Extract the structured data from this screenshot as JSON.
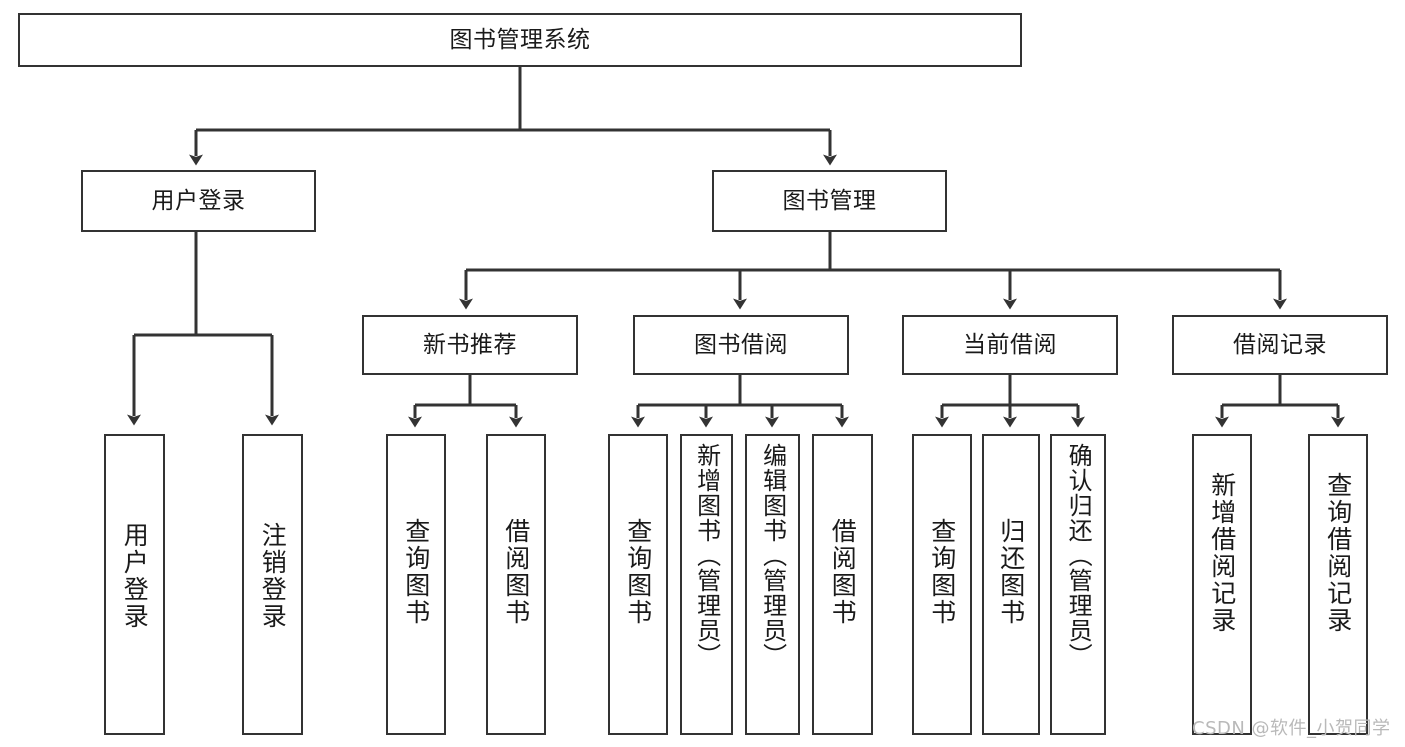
{
  "diagram": {
    "type": "tree-hierarchy",
    "title": "图书管理系统",
    "watermark": "CSDN @软件_小贺同学",
    "colors": {
      "box_border": "#333333",
      "box_fill": "#ffffff",
      "connector": "#333333",
      "text": "#1a1a1a",
      "watermark": "#b9b9b9",
      "background": "#ffffff"
    },
    "levels": {
      "level1": [
        {
          "id": "root",
          "label": "图书管理系统"
        }
      ],
      "level2": [
        {
          "id": "user-login",
          "label": "用户登录"
        },
        {
          "id": "book-management",
          "label": "图书管理"
        }
      ],
      "level3": [
        {
          "id": "new-book-recommend",
          "label": "新书推荐"
        },
        {
          "id": "book-borrow",
          "label": "图书借阅"
        },
        {
          "id": "current-borrow",
          "label": "当前借阅"
        },
        {
          "id": "borrow-record",
          "label": "借阅记录"
        }
      ],
      "level4": [
        {
          "id": "leaf-user-login",
          "label": "用户登录",
          "parent": "用户登录"
        },
        {
          "id": "leaf-user-logout",
          "label": "注销登录",
          "parent": "用户登录"
        },
        {
          "id": "leaf-query-book-1",
          "label": "查询图书",
          "parent": "新书推荐"
        },
        {
          "id": "leaf-borrow-book-1",
          "label": "借阅图书",
          "parent": "新书推荐"
        },
        {
          "id": "leaf-query-book-2",
          "label": "查询图书",
          "parent": "图书借阅"
        },
        {
          "id": "leaf-add-book",
          "label": "新增图书（管理员）",
          "parent": "图书借阅"
        },
        {
          "id": "leaf-edit-book",
          "label": "编辑图书（管理员）",
          "parent": "图书借阅"
        },
        {
          "id": "leaf-borrow-book-2",
          "label": "借阅图书",
          "parent": "图书借阅"
        },
        {
          "id": "leaf-query-book-3",
          "label": "查询图书",
          "parent": "当前借阅"
        },
        {
          "id": "leaf-return-book",
          "label": "归还图书",
          "parent": "当前借阅"
        },
        {
          "id": "leaf-confirm-return",
          "label": "确认归还（管理员）",
          "parent": "当前借阅"
        },
        {
          "id": "leaf-add-record",
          "label": "新增借阅记录",
          "parent": "借阅记录"
        },
        {
          "id": "leaf-query-record",
          "label": "查询借阅记录",
          "parent": "借阅记录"
        }
      ]
    }
  }
}
